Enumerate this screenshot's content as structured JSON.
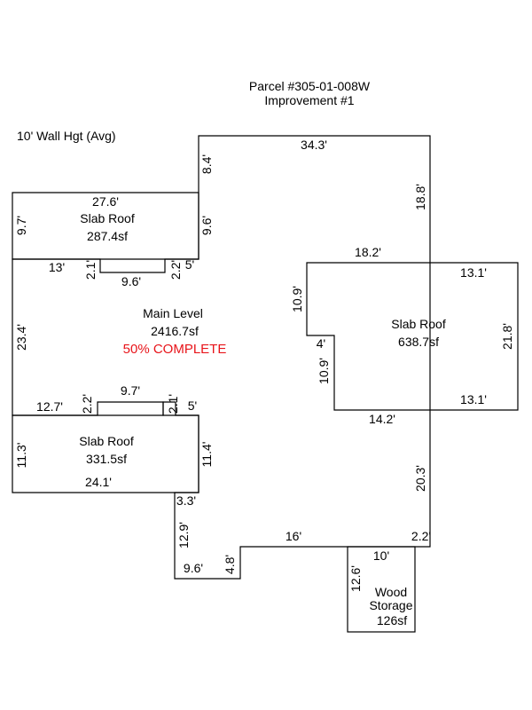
{
  "header": {
    "parcel": "Parcel #305-01-008W",
    "improvement": "Improvement #1",
    "wall_height": "10' Wall Hgt (Avg)"
  },
  "areas": {
    "main": {
      "name": "Main Level",
      "size": "2416.7sf",
      "status": "50% COMPLETE",
      "status_color": "#e8141a"
    },
    "slab_top_left": {
      "name": "Slab Roof",
      "size": "287.4sf"
    },
    "slab_right": {
      "name": "Slab Roof",
      "size": "638.7sf"
    },
    "slab_bottom_left": {
      "name": "Slab Roof",
      "size": "331.5sf"
    },
    "wood_storage": {
      "name_line1": "Wood",
      "name_line2": "Storage",
      "size": "126sf"
    }
  },
  "dimensions": {
    "main_top": "34.3'",
    "main_left_top": "8.4'",
    "main_right_upper": "18.8'",
    "slab_tl_top": "27.6'",
    "slab_tl_left": "9.7'",
    "slab_tl_right": "9.6'",
    "slab_tl_bottom_a": "13'",
    "notch_top_drop": "2.1'",
    "notch_top_width": "9.6'",
    "notch_top_rise": "2.2'",
    "notch_top_end": "5'",
    "main_left": "23.4'",
    "slab_r_top": "18.2'",
    "slab_r_top_inner": "13.1'",
    "slab_r_left_upper": "10.9'",
    "slab_r_jog": "4'",
    "slab_r_left_lower": "10.9'",
    "slab_r_right": "21.8'",
    "slab_r_bottom_inner": "13.1'",
    "slab_r_bottom": "14.2'",
    "slab_bl_top_a": "12.7'",
    "notch_bot_rise": "2.2'",
    "notch_bot_width": "9.7'",
    "notch_bot_drop": "2.1'",
    "notch_bot_end": "5'",
    "slab_bl_left": "11.3'",
    "slab_bl_right": "11.4'",
    "slab_bl_bottom": "24.1'",
    "main_right_lower": "20.3'",
    "jog_small": "3.3'",
    "main_left_lower": "12.9'",
    "main_bottom_left": "9.6'",
    "main_bottom_rise": "4.8'",
    "main_bottom": "16'",
    "main_bottom_right": "2.2'",
    "wood_top": "10'",
    "wood_left": "12.6'"
  }
}
